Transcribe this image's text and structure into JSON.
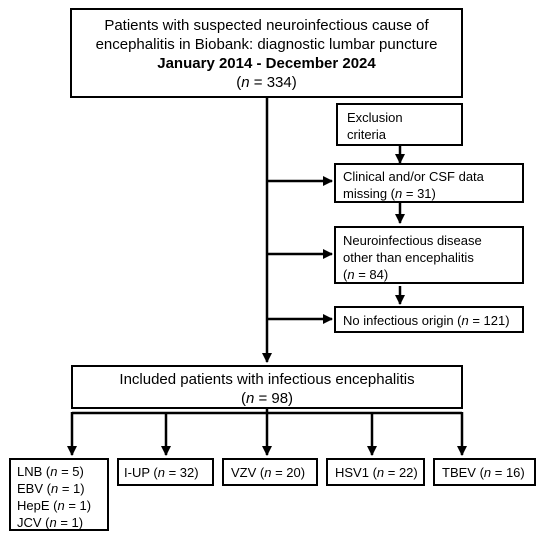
{
  "top": {
    "line1": "Patients with suspected neuroinfectious cause of",
    "line2": "encephalitis in Biobank: diagnostic lumbar puncture",
    "period": "January 2014 - December 2024",
    "n_var": "n",
    "n_rest": " = 334)"
  },
  "exclusion": {
    "header_line1": "Exclusion",
    "header_line2": "criteria",
    "items": [
      {
        "line1": "Clinical and/or CSF data",
        "line2_pre": "missing (",
        "n_var": "n",
        "n_rest": " = 31)"
      },
      {
        "line1": "Neuroinfectious disease",
        "line2": "other than encephalitis",
        "line3_pre": "(",
        "n_var": "n",
        "n_rest": " = 84)"
      },
      {
        "line1_pre": "No infectious origin (",
        "n_var": "n",
        "n_rest": " = 121)"
      }
    ]
  },
  "included": {
    "line1": "Included patients with infectious encephalitis",
    "n_pre": "(",
    "n_var": "n",
    "n_rest": " = 98)"
  },
  "groups": [
    {
      "lines": [
        {
          "label": "LNB (",
          "n_var": "n",
          "n_rest": " = 5)"
        },
        {
          "label": "EBV (",
          "n_var": "n",
          "n_rest": " = 1)"
        },
        {
          "label": "HepE (",
          "n_var": "n",
          "n_rest": " = 1)"
        },
        {
          "label": "JCV (",
          "n_var": "n",
          "n_rest": " = 1)"
        }
      ]
    },
    {
      "lines": [
        {
          "label": "I-UP (",
          "n_var": "n",
          "n_rest": " = 32)"
        }
      ]
    },
    {
      "lines": [
        {
          "label": "VZV (",
          "n_var": "n",
          "n_rest": " = 20)"
        }
      ]
    },
    {
      "lines": [
        {
          "label": "HSV1 (",
          "n_var": "n",
          "n_rest": " = 22)"
        }
      ]
    },
    {
      "lines": [
        {
          "label": "TBEV (",
          "n_var": "n",
          "n_rest": " = 16)"
        }
      ]
    }
  ]
}
